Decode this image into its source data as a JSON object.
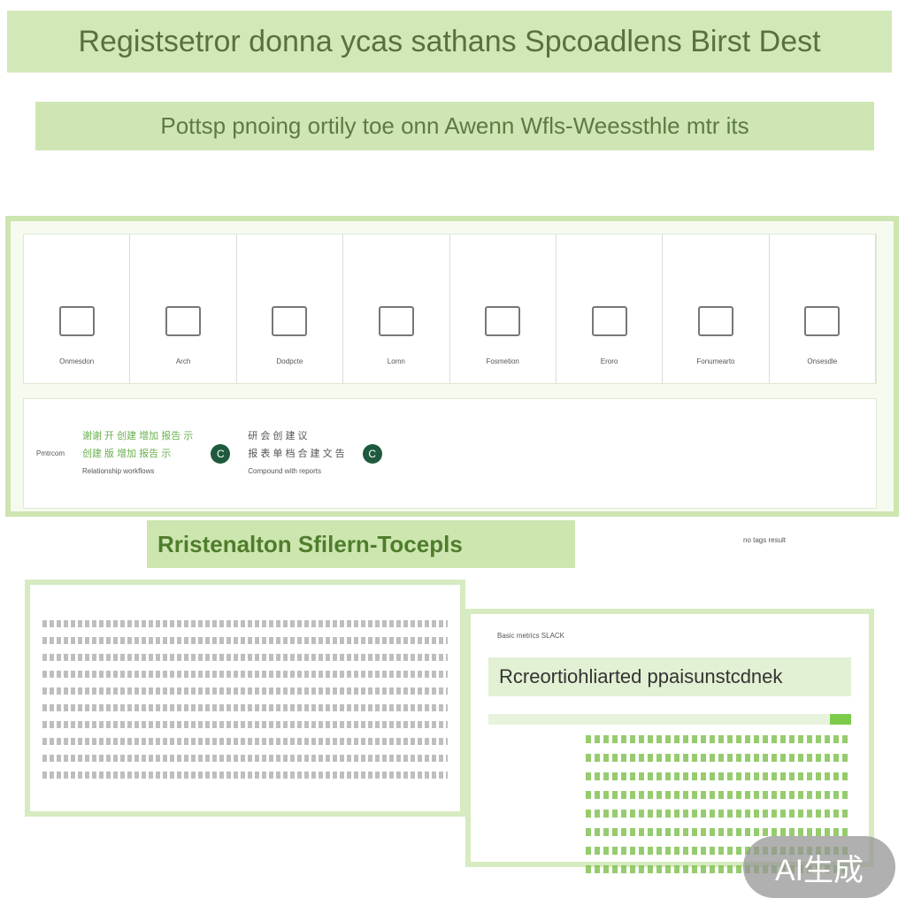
{
  "header": {
    "title": "Registsetror donna ycas sathans Spcoadlens Birst Dest",
    "subtitle": "Pottsp pnoing ortily toe onn Awenn Wfls-Weessthle mtr its"
  },
  "strip": {
    "cells": [
      "Onmesdon",
      "Arch",
      "Dodpcte",
      "Lomn",
      "Fosmetion",
      "Eroro",
      "Fonumearto",
      "Onsesdle"
    ],
    "row2": {
      "left_label": "Pmtrcom",
      "lines": [
        "谢谢 开 创建 增加 报告 示",
        "创建 版 增加 报告 示",
        "Relationship workflows"
      ],
      "mid_lines": [
        "研 会 创 建 议",
        "报 表 单 档 合 建 文 告",
        "Compound with reports"
      ],
      "circle": "C"
    }
  },
  "section2": {
    "title": "Rristenalton Sfilern-Tocepls",
    "meta": "no tags result"
  },
  "card_right": {
    "meta": "Basic metrics SLACK",
    "title": "Rcreortiohliarted ppaisunstcdnek"
  },
  "badge": "AI生成"
}
